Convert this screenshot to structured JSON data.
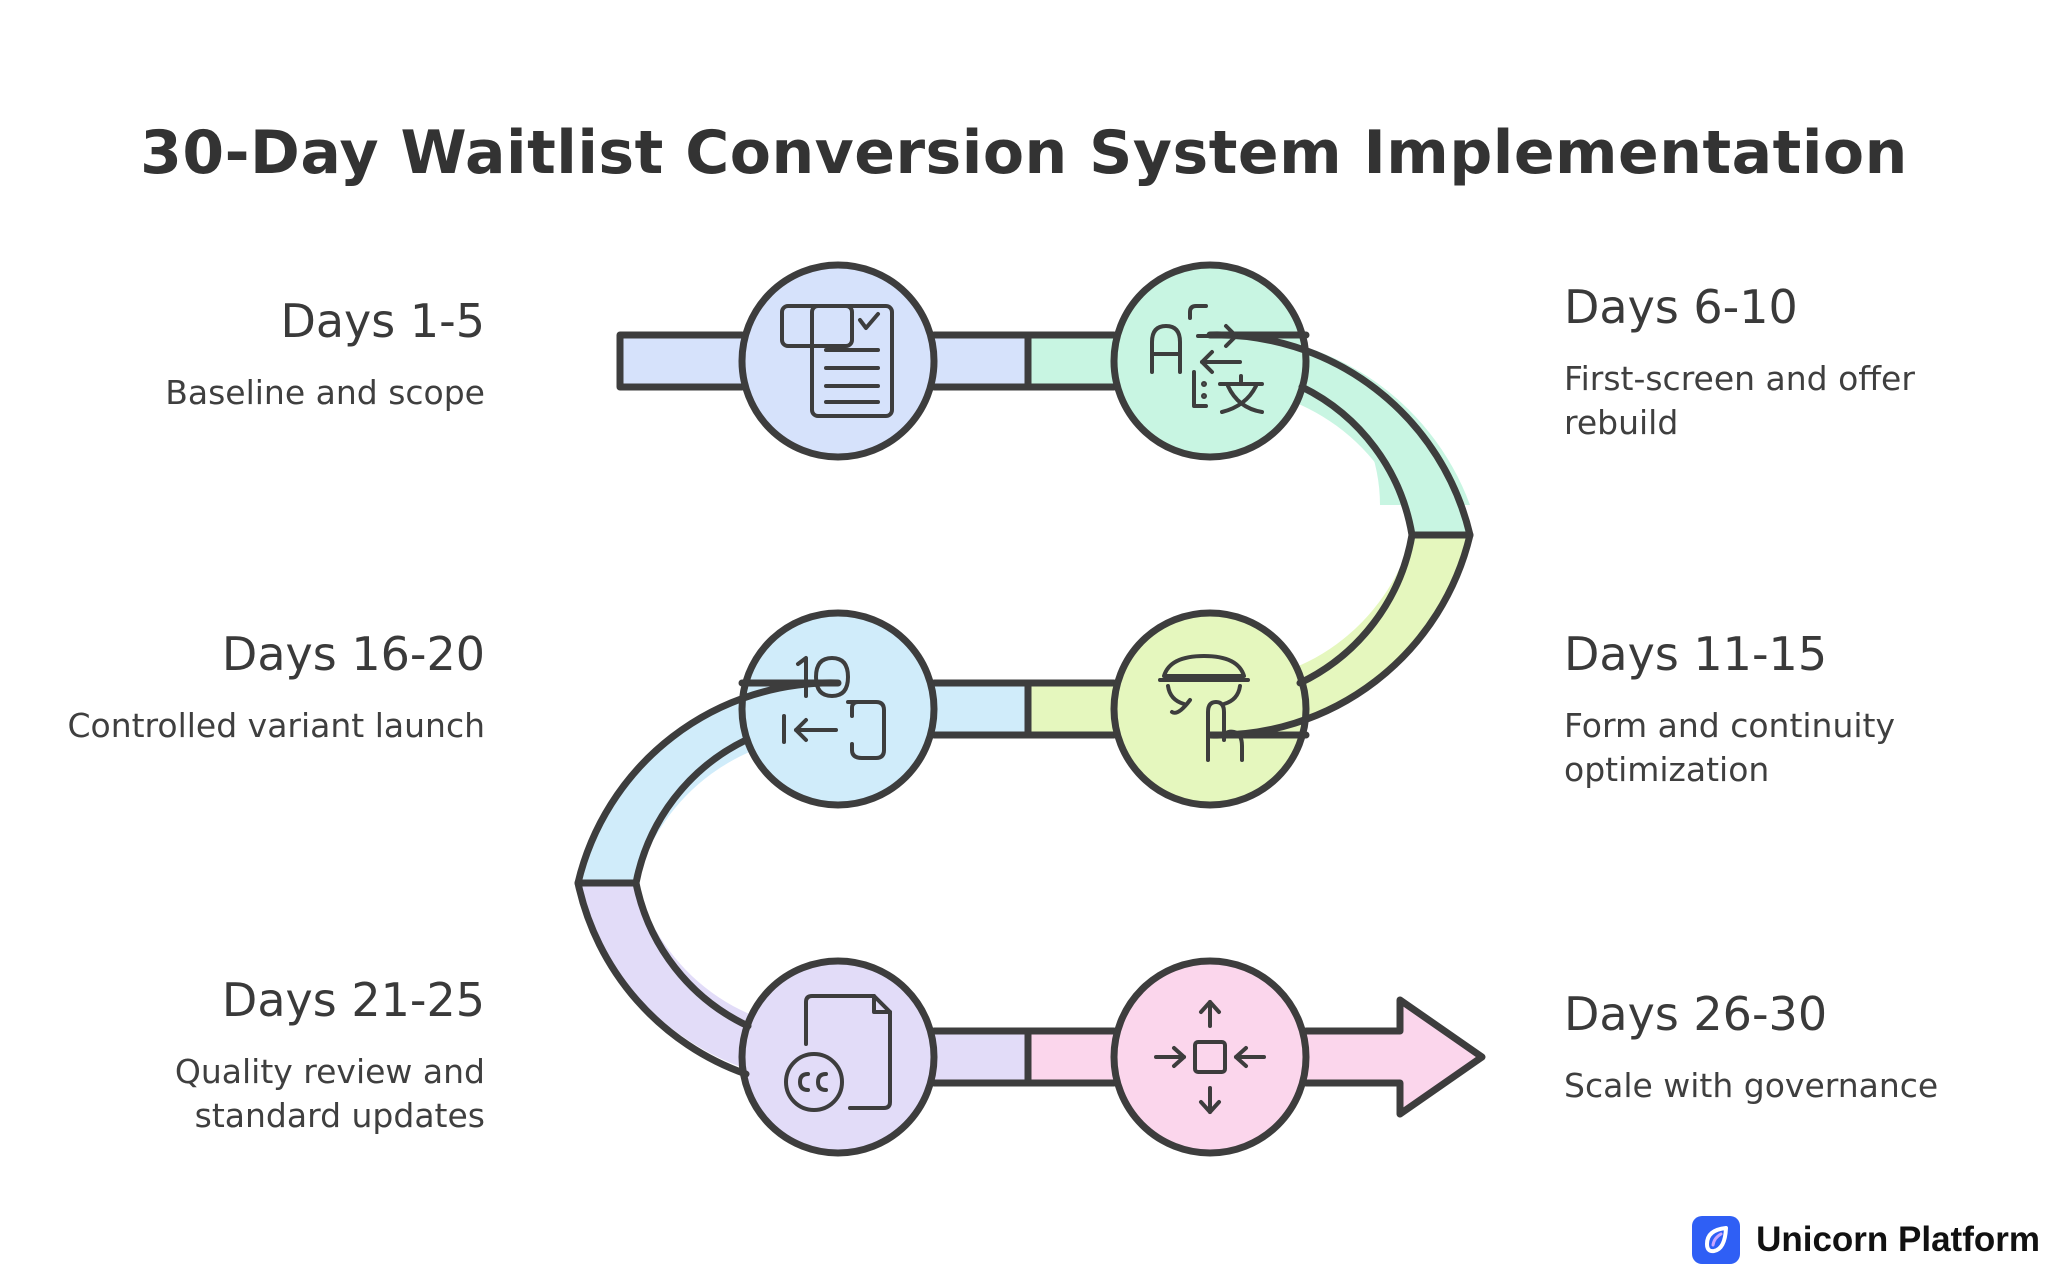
{
  "title": "30-Day Waitlist Conversion System Implementation",
  "colors": {
    "outline": "#3d3d3d",
    "step1": "#d6e2fb",
    "step2": "#c8f5e2",
    "step3": "#e5f7be",
    "step4": "#d0ecfa",
    "step5": "#e2dcf8",
    "step6": "#fbd6ec",
    "brand": "#2f5ff5"
  },
  "steps": [
    {
      "days": "Days 1-5",
      "description": "Baseline and scope",
      "icon": "document-checklist-icon"
    },
    {
      "days": "Days 6-10",
      "description": "First-screen and offer rebuild",
      "icon": "translate-icon"
    },
    {
      "days": "Days 11-15",
      "description": "Form and continuity optimization",
      "icon": "touch-gesture-icon"
    },
    {
      "days": "Days 16-20",
      "description": "Controlled variant launch",
      "icon": "countdown-launch-icon"
    },
    {
      "days": "Days 21-25",
      "description": "Quality review and standard updates",
      "icon": "document-cc-icon"
    },
    {
      "days": "Days 26-30",
      "description": "Scale with governance",
      "icon": "scale-arrows-icon"
    }
  ],
  "brand": {
    "name": "Unicorn Platform",
    "icon": "unicorn-platform-logo-icon"
  }
}
